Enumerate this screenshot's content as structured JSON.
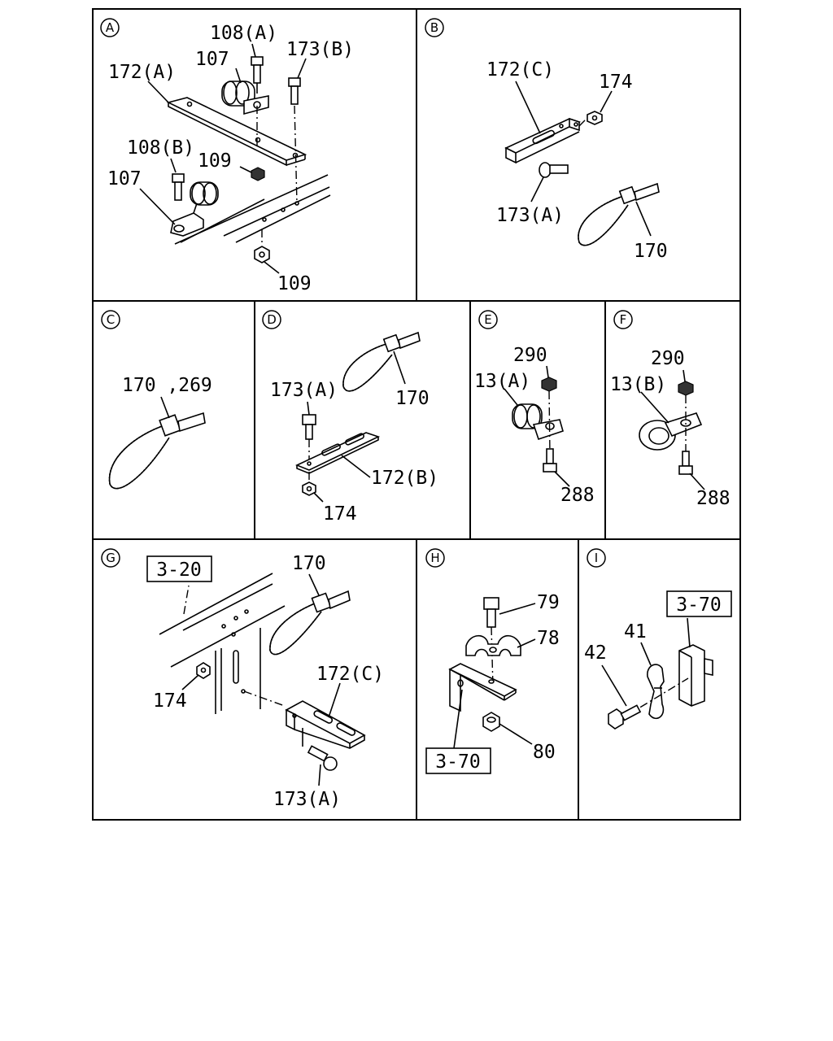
{
  "panels": {
    "A": {
      "badge": "A",
      "labels": [
        "108(A)",
        "173(B)",
        "107",
        "172(A)",
        "108(B)",
        "109",
        "107",
        "109"
      ]
    },
    "B": {
      "badge": "B",
      "labels": [
        "172(C)",
        "174",
        "173(A)",
        "170"
      ]
    },
    "C": {
      "badge": "C",
      "labels": [
        "170 ,269"
      ]
    },
    "D": {
      "badge": "D",
      "labels": [
        "173(A)",
        "170",
        "172(B)",
        "174"
      ]
    },
    "E": {
      "badge": "E",
      "labels": [
        "290",
        "13(A)",
        "288"
      ]
    },
    "F": {
      "badge": "F",
      "labels": [
        "290",
        "13(B)",
        "288"
      ]
    },
    "G": {
      "badge": "G",
      "ref": "3-20",
      "labels": [
        "170",
        "172(C)",
        "174",
        "173(A)"
      ]
    },
    "H": {
      "badge": "H",
      "ref": "3-70",
      "labels": [
        "79",
        "78",
        "80"
      ]
    },
    "I": {
      "badge": "I",
      "ref": "3-70",
      "labels": [
        "41",
        "42"
      ]
    }
  }
}
